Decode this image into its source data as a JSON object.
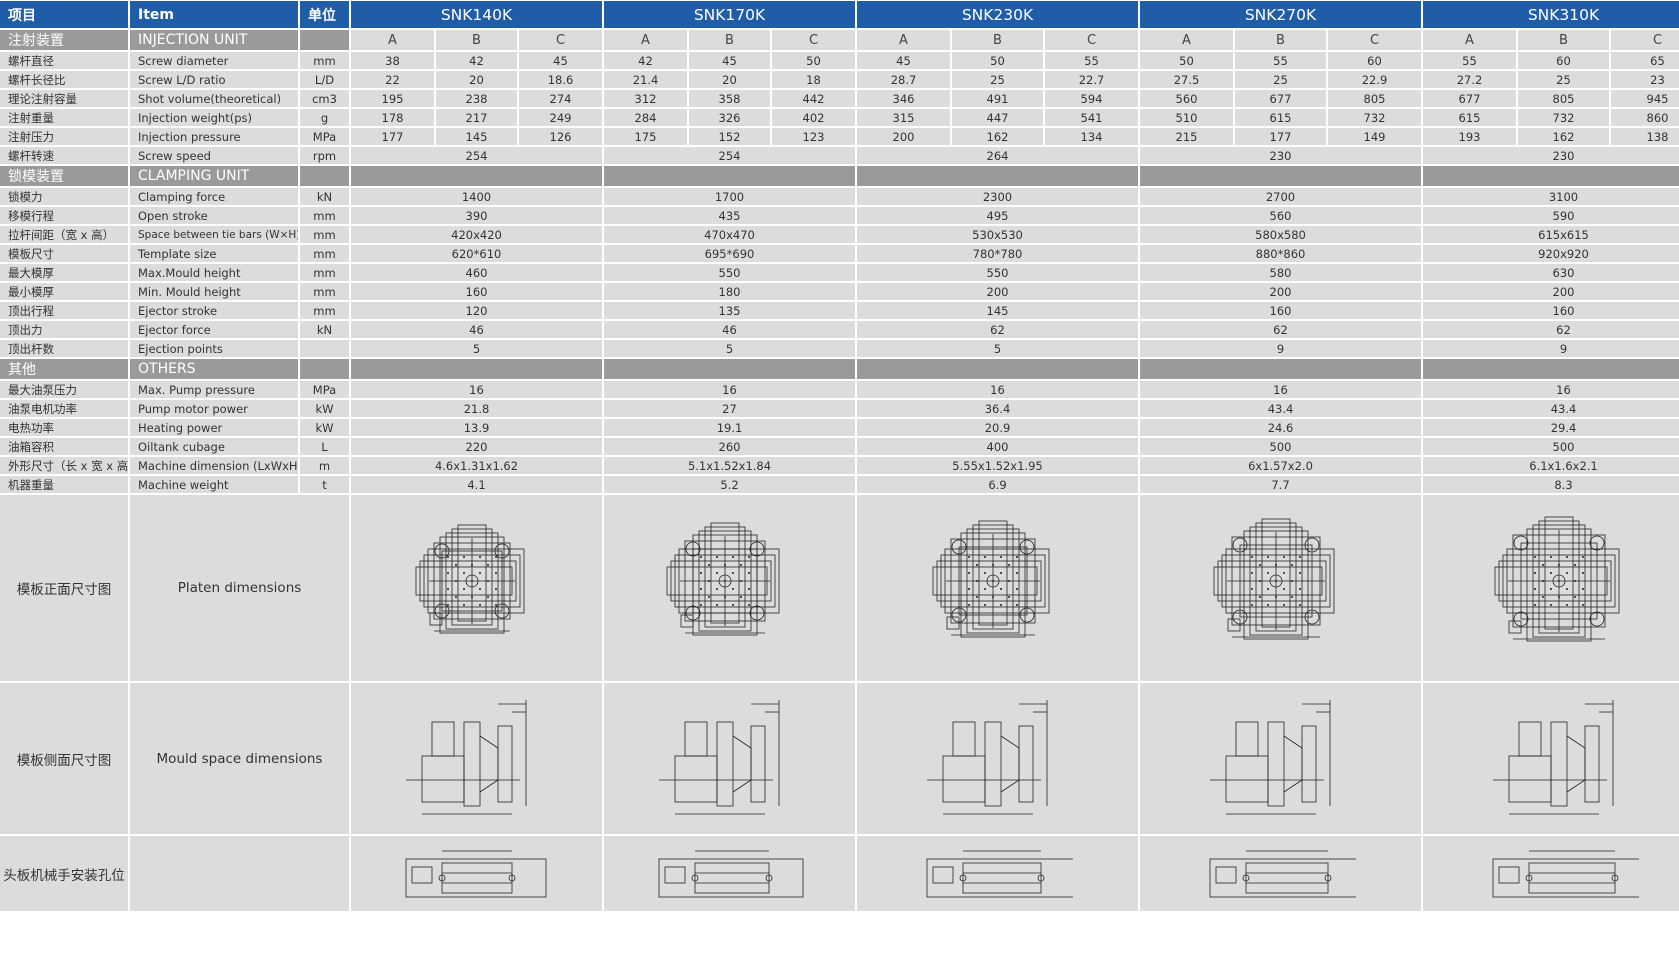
{
  "header": {
    "item_cn": "项目",
    "item_en": "Item",
    "unit": "单位"
  },
  "models": [
    "SNK140K",
    "SNK170K",
    "SNK230K",
    "SNK270K",
    "SNK310K"
  ],
  "screw_options": [
    "A",
    "B",
    "C"
  ],
  "injection": {
    "title_cn": "注射装置",
    "title_en": "INJECTION UNIT",
    "rows": [
      {
        "cn": "螺杆直径",
        "en": "Screw diameter",
        "unit": "mm",
        "values": [
          "38",
          "42",
          "45",
          "42",
          "45",
          "50",
          "45",
          "50",
          "55",
          "50",
          "55",
          "60",
          "55",
          "60",
          "65"
        ]
      },
      {
        "cn": "螺杆长径比",
        "en": "Screw L/D ratio",
        "unit": "L/D",
        "values": [
          "22",
          "20",
          "18.6",
          "21.4",
          "20",
          "18",
          "28.7",
          "25",
          "22.7",
          "27.5",
          "25",
          "22.9",
          "27.2",
          "25",
          "23"
        ]
      },
      {
        "cn": "理论注射容量",
        "en": "Shot volume(theoretical)",
        "unit": "cm3",
        "values": [
          "195",
          "238",
          "274",
          "312",
          "358",
          "442",
          "346",
          "491",
          "594",
          "560",
          "677",
          "805",
          "677",
          "805",
          "945"
        ]
      },
      {
        "cn": "注射重量",
        "en": "Injection weight(ps)",
        "unit": "g",
        "values": [
          "178",
          "217",
          "249",
          "284",
          "326",
          "402",
          "315",
          "447",
          "541",
          "510",
          "615",
          "732",
          "615",
          "732",
          "860"
        ]
      },
      {
        "cn": "注射压力",
        "en": "Injection pressure",
        "unit": "MPa",
        "values": [
          "177",
          "145",
          "126",
          "175",
          "152",
          "123",
          "200",
          "162",
          "134",
          "215",
          "177",
          "149",
          "193",
          "162",
          "138"
        ]
      },
      {
        "cn": "螺杆转速",
        "en": "Screw speed",
        "unit": "rpm",
        "values": [
          "254",
          "254",
          "264",
          "230",
          "230"
        ]
      }
    ]
  },
  "clamping": {
    "title_cn": "锁模装置",
    "title_en": "CLAMPING UNIT",
    "rows": [
      {
        "cn": "锁模力",
        "en": "Clamping force",
        "unit": "kN",
        "values": [
          "1400",
          "1700",
          "2300",
          "2700",
          "3100"
        ]
      },
      {
        "cn": "移模行程",
        "en": "Open stroke",
        "unit": "mm",
        "values": [
          "390",
          "435",
          "495",
          "560",
          "590"
        ]
      },
      {
        "cn": "拉杆间距（宽 x 高）",
        "en": "Space between tie bars (W×H)",
        "unit": "mm",
        "values": [
          "420x420",
          "470x470",
          "530x530",
          "580x580",
          "615x615"
        ]
      },
      {
        "cn": "模板尺寸",
        "en": "Template size",
        "unit": "mm",
        "values": [
          "620*610",
          "695*690",
          "780*780",
          "880*860",
          "920x920"
        ]
      },
      {
        "cn": "最大模厚",
        "en": "Max.Mould height",
        "unit": "mm",
        "values": [
          "460",
          "550",
          "550",
          "580",
          "630"
        ]
      },
      {
        "cn": "最小模厚",
        "en": "Min. Mould height",
        "unit": "mm",
        "values": [
          "160",
          "180",
          "200",
          "200",
          "200"
        ]
      },
      {
        "cn": "顶出行程",
        "en": "Ejector stroke",
        "unit": "mm",
        "values": [
          "120",
          "135",
          "145",
          "160",
          "160"
        ]
      },
      {
        "cn": "顶出力",
        "en": "Ejector force",
        "unit": "kN",
        "values": [
          "46",
          "46",
          "62",
          "62",
          "62"
        ]
      },
      {
        "cn": "顶出杆数",
        "en": "Ejection points",
        "unit": "",
        "values": [
          "5",
          "5",
          "5",
          "9",
          "9"
        ]
      }
    ]
  },
  "others": {
    "title_cn": "其他",
    "title_en": "OTHERS",
    "rows": [
      {
        "cn": "最大油泵压力",
        "en": "Max. Pump pressure",
        "unit": "MPa",
        "values": [
          "16",
          "16",
          "16",
          "16",
          "16"
        ]
      },
      {
        "cn": "油泵电机功率",
        "en": "Pump motor power",
        "unit": "kW",
        "values": [
          "21.8",
          "27",
          "36.4",
          "43.4",
          "43.4"
        ]
      },
      {
        "cn": "电热功率",
        "en": "Heating power",
        "unit": "kW",
        "values": [
          "13.9",
          "19.1",
          "20.9",
          "24.6",
          "29.4"
        ]
      },
      {
        "cn": "油箱容积",
        "en": "Oiltank cubage",
        "unit": "L",
        "values": [
          "220",
          "260",
          "400",
          "500",
          "500"
        ]
      },
      {
        "cn": "外形尺寸（长 x 宽 x 高）",
        "en": "Machine dimension (LxWxH)",
        "unit": "m",
        "values": [
          "4.6x1.31x1.62",
          "5.1x1.52x1.84",
          "5.55x1.52x1.95",
          "6x1.57x2.0",
          "6.1x1.6x2.1"
        ]
      },
      {
        "cn": "机器重量",
        "en": "Machine weight",
        "unit": "t",
        "values": [
          "4.1",
          "5.2",
          "6.9",
          "7.7",
          "8.3"
        ]
      }
    ]
  },
  "drawings": {
    "platen": {
      "cn": "模板正面尺寸图",
      "en": "Platen dimensions"
    },
    "mould": {
      "cn": "模板侧面尺寸图",
      "en": "Mould space dimensions"
    },
    "robot": {
      "cn": "头板机械手安装孔位"
    }
  }
}
